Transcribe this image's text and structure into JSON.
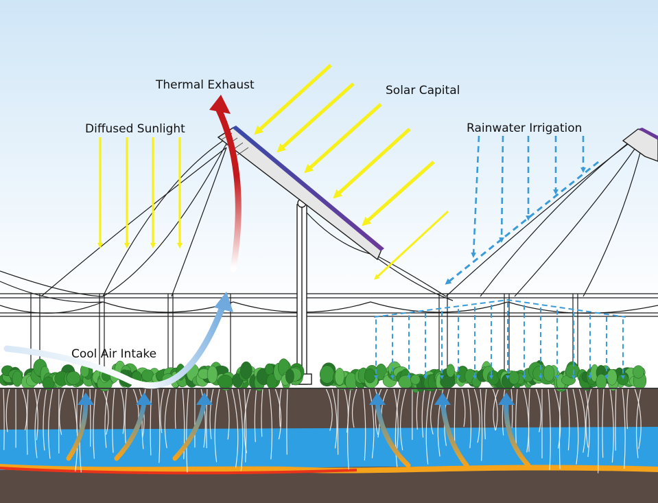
{
  "labels": {
    "thermal_exhaust": "Thermal Exhaust",
    "solar_capital": "Solar Capital",
    "diffused_sunlight": "Diffused Sunlight",
    "rainwater_irrigation": "Rainwater Irrigation",
    "cool_air_intake": "Cool Air Intake"
  },
  "colors": {
    "sky_top": "#cfe6f7",
    "sky_bottom": "#ffffff",
    "sunlight_arrows": "#f7f01a",
    "rain_arrows": "#3a9bd8",
    "solar_panel": "#5b3fa0",
    "thermal_exhaust": "#c4191c",
    "cool_air": "#7fb4e3",
    "plants": "#3c9a3a",
    "soil": "#5a4a44",
    "water_layer": "#2f9fe4",
    "heat_layer": "#f5a31a",
    "heat_core": "#e8341a",
    "roots": "#ffffff"
  },
  "icons": [
    "sunlight-arrow",
    "rain-arrow",
    "warm-air-arrow",
    "solar-panel",
    "lettuce-plant"
  ]
}
